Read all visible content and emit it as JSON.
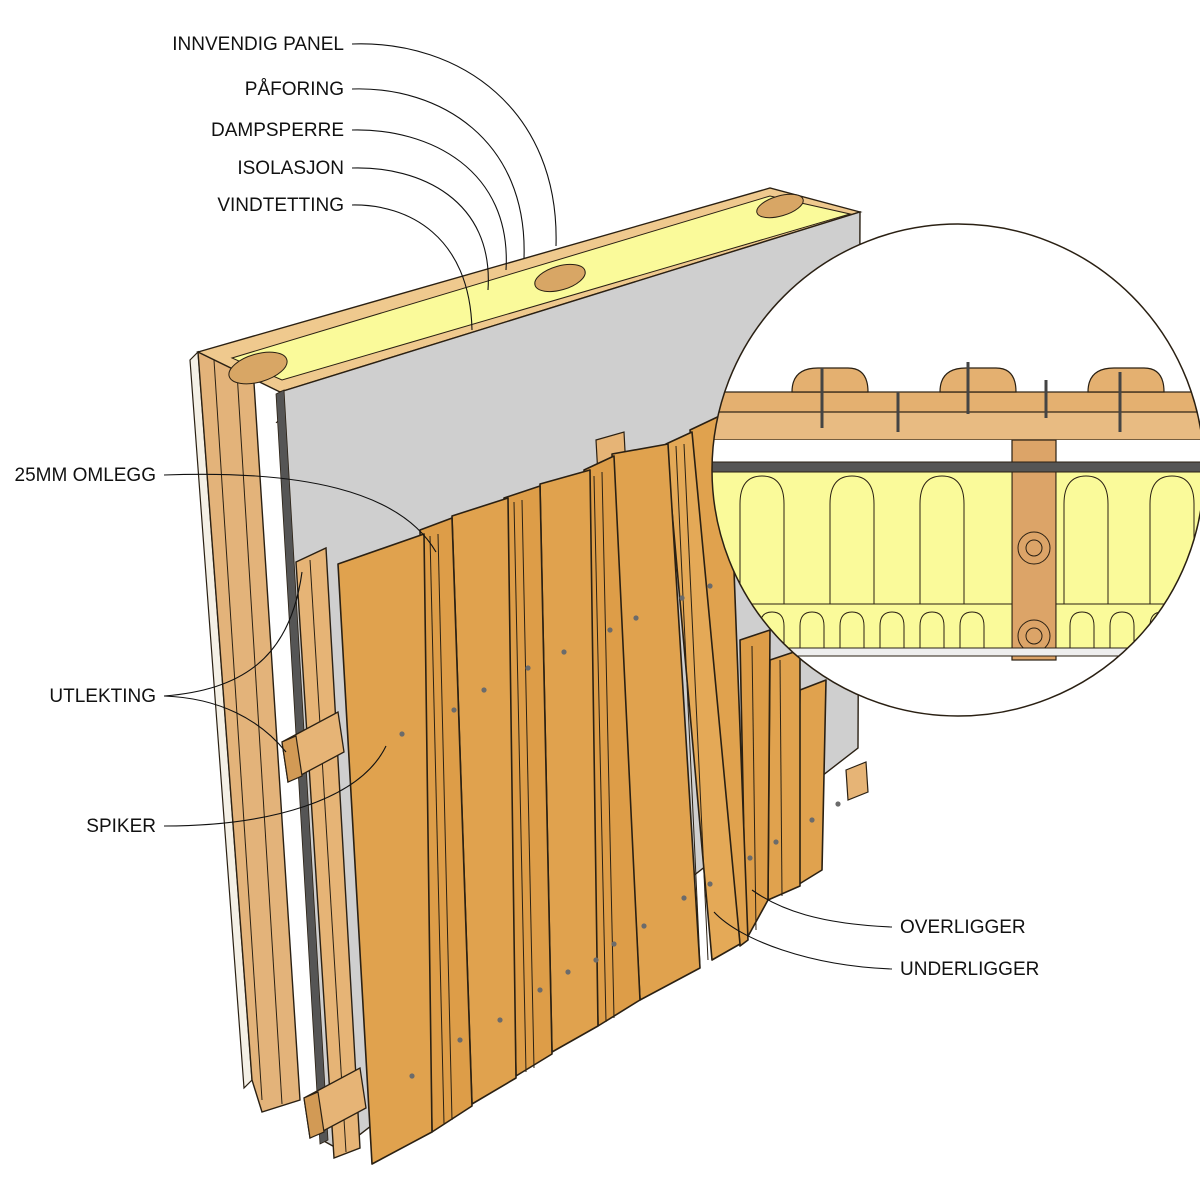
{
  "labels": {
    "innvendig_panel": "INNVENDIG PANEL",
    "paforing": "PÅFORING",
    "dampsperre": "DAMPSPERRE",
    "isolasjon": "ISOLASJON",
    "vindtetting": "VINDTETTING",
    "omlegg": "25MM OMLEGG",
    "utlekting": "UTLEKTING",
    "spiker": "SPIKER",
    "overligger": "OVERLIGGER",
    "underligger": "UNDERLIGGER"
  },
  "colors": {
    "board": "#e0a24e",
    "board_dark": "#c9853a",
    "board_light": "#e8b46e",
    "stud": "#e3b37a",
    "insulation": "#fafa9a",
    "insulation_line": "#9a9a30",
    "wind_barrier": "#cfcfcf",
    "vapour_barrier": "#555555",
    "outline": "#2a2013"
  }
}
